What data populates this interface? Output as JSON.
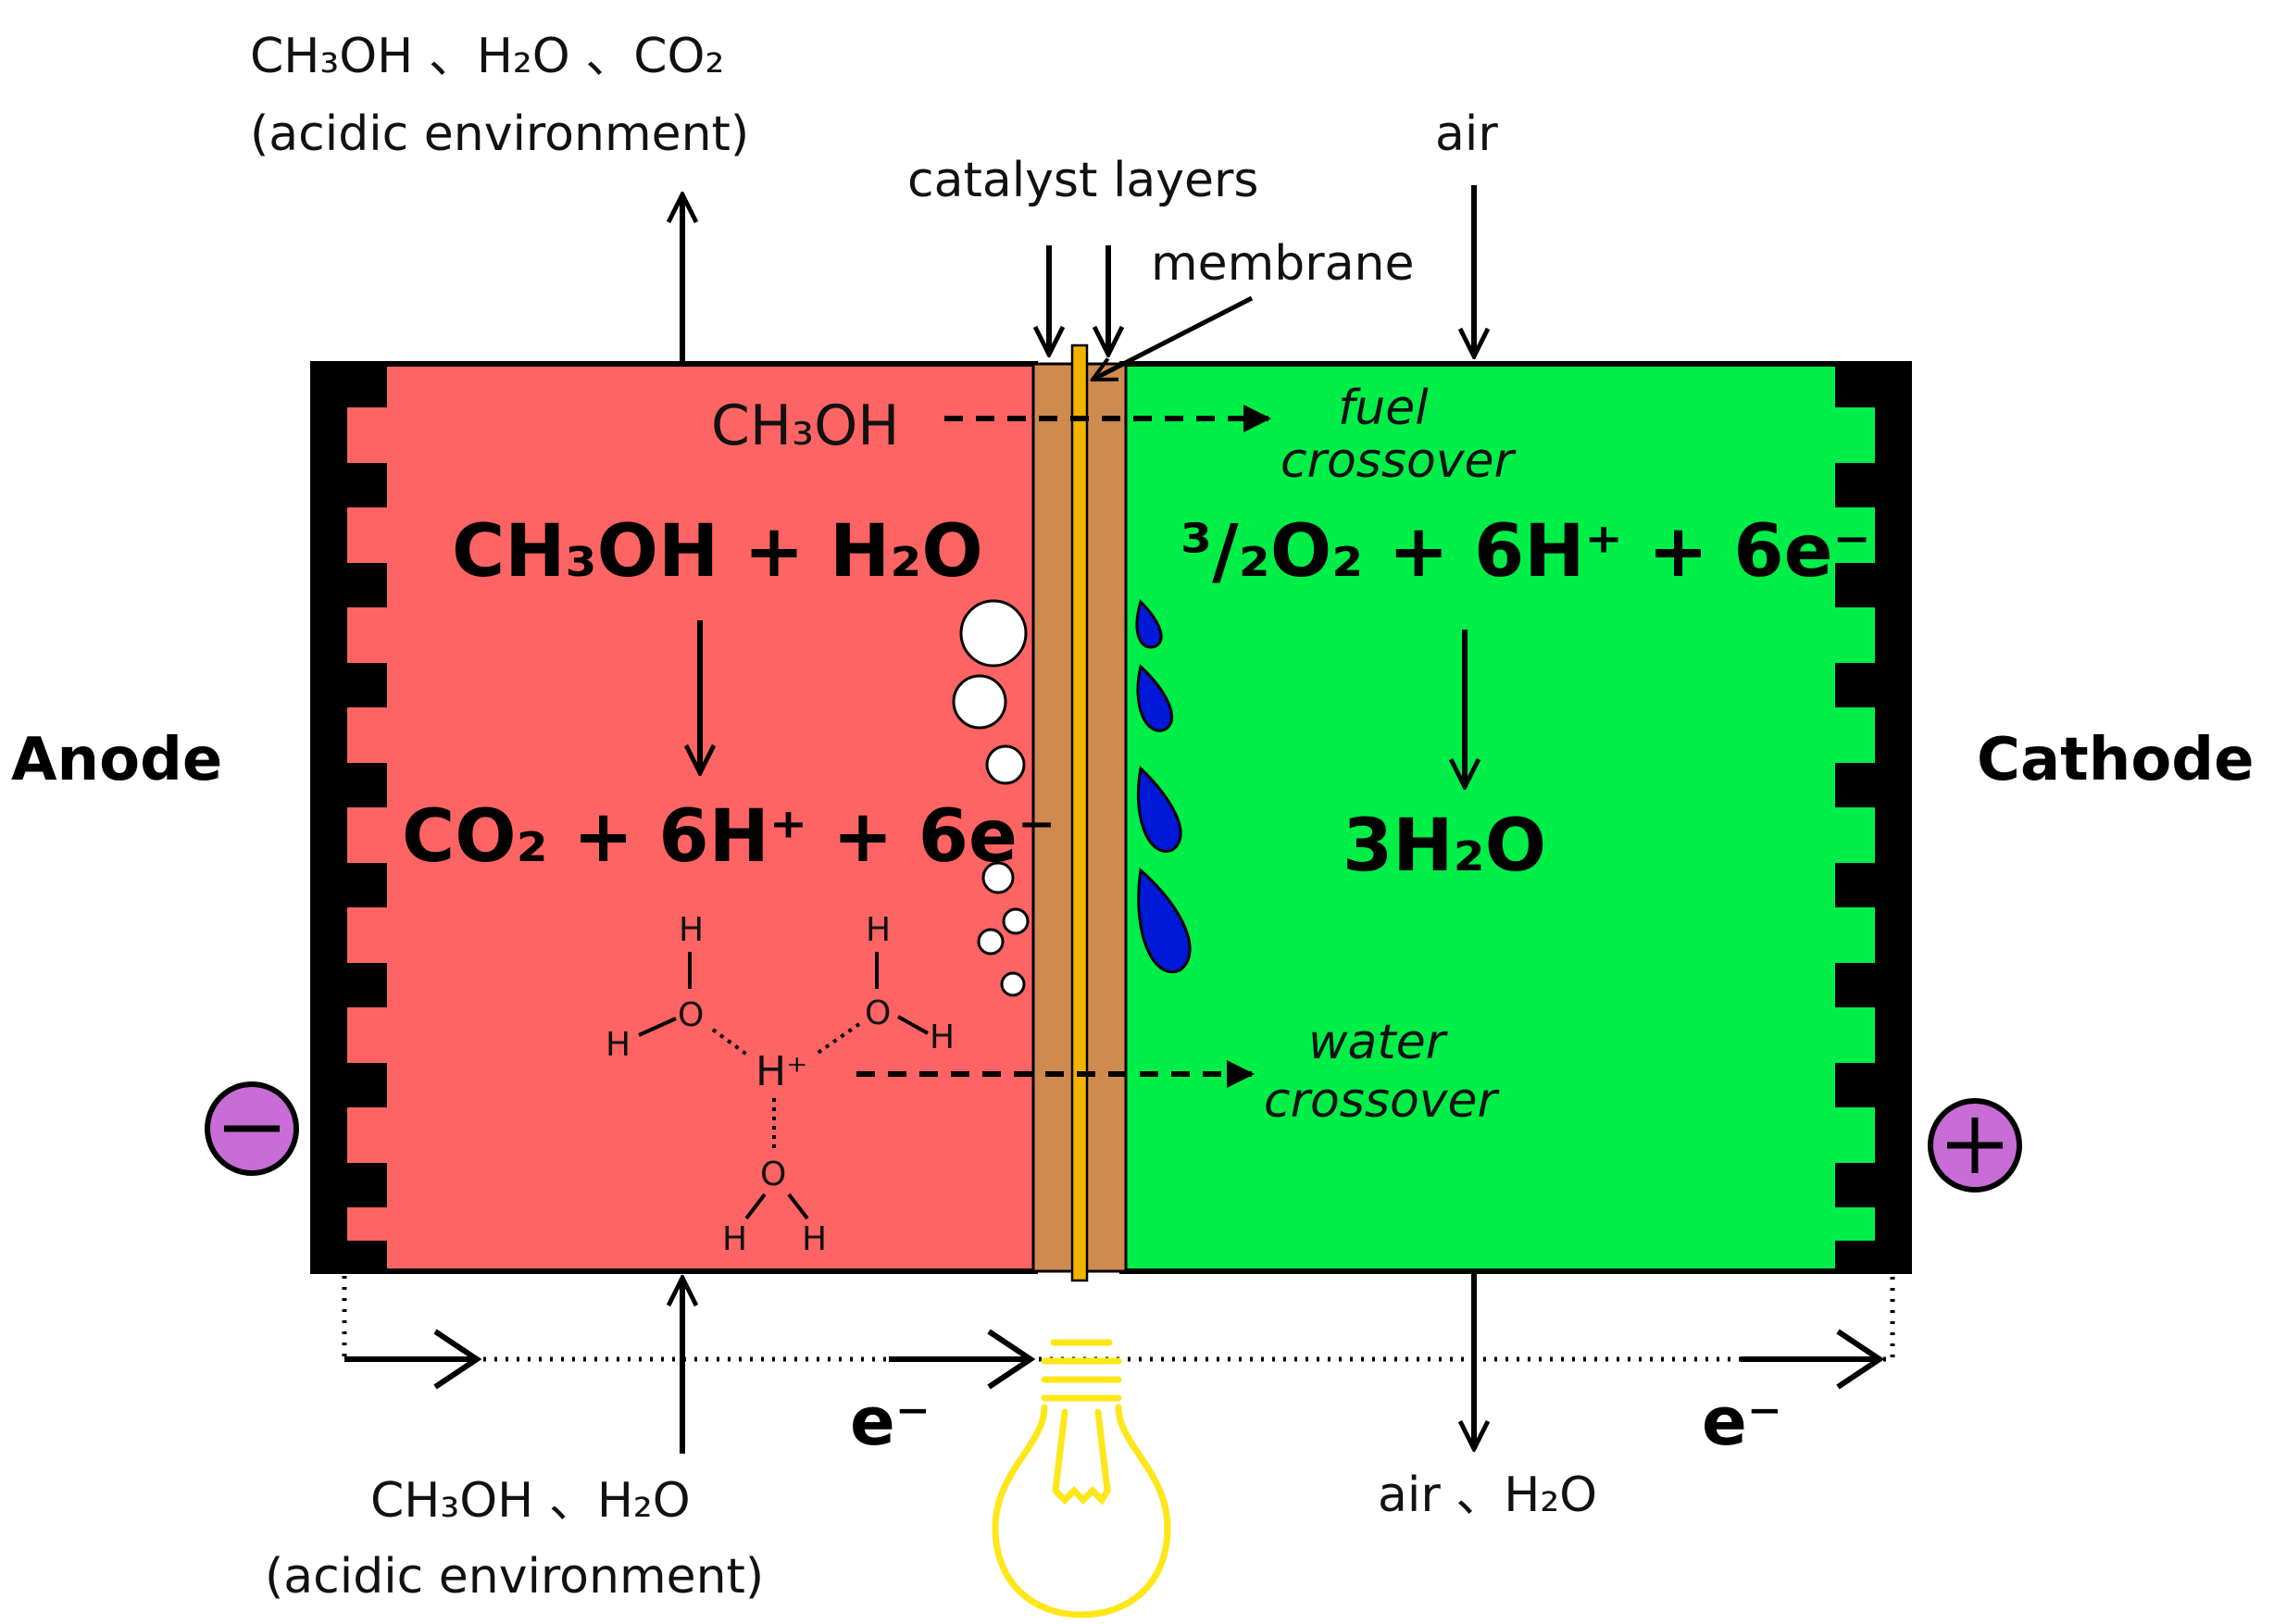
{
  "colors": {
    "anode_fill": "#fe6463",
    "cathode_fill": "#00ee48",
    "catalyst_layer": "#cf8a4f",
    "membrane": "#f2b300",
    "electrode_plate": "#000000",
    "terminal": "#c86cd6",
    "water_droplet": "#0018d8",
    "bulb": "#ffe619"
  },
  "labels": {
    "anode": "Anode",
    "cathode": "Cathode",
    "catalyst_layers": "catalyst layers",
    "membrane": "membrane",
    "air_in": "air",
    "anode_out_species": "CH₃OH 、H₂O 、CO₂",
    "anode_out_env": "(acidic environment)",
    "anode_in_species": "CH₃OH 、H₂O",
    "anode_in_env": "(acidic environment)",
    "cathode_out": "air 、H₂O",
    "electron_left": "e⁻",
    "electron_right": "e⁻",
    "negative_terminal": "−",
    "positive_terminal": "+"
  },
  "anode_reaction": {
    "crossover_species": "CH₃OH",
    "reactants": "CH₃OH + H₂O",
    "products": "CO₂ + 6H⁺ + 6e⁻"
  },
  "cathode_reaction": {
    "reactants": "³/₂O₂ + 6H⁺ + 6e⁻",
    "products": "3H₂O"
  },
  "crossover": {
    "fuel_line1": "fuel",
    "fuel_line2": "crossover",
    "water_line1": "water",
    "water_line2": "crossover"
  },
  "hydronium_cluster": {
    "hydrogen": "H",
    "oxygen": "O",
    "proton": "H⁺"
  }
}
